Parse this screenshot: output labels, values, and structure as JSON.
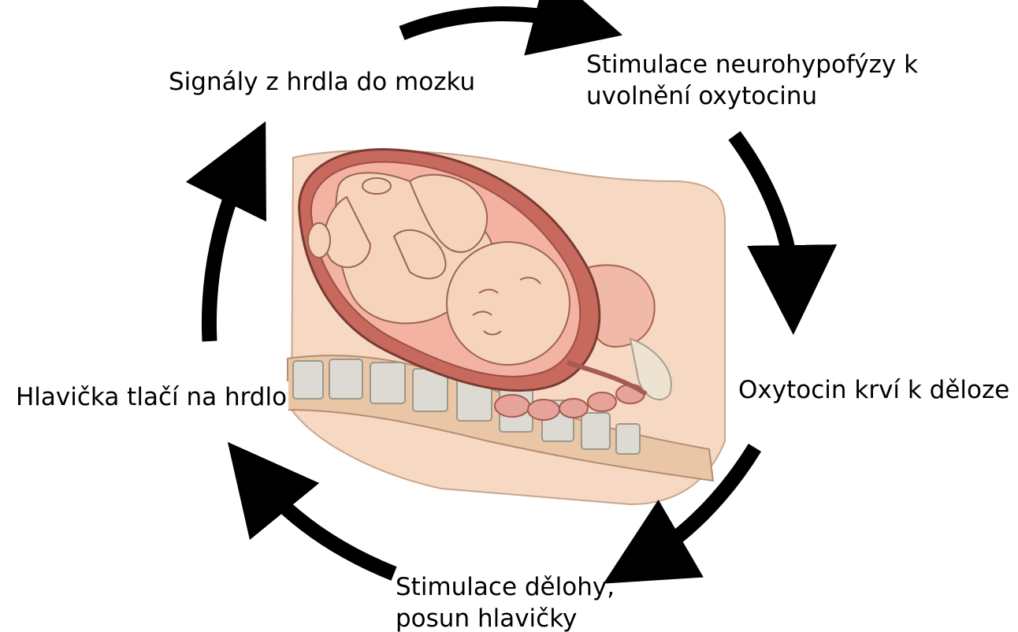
{
  "cycle": {
    "signals_label": "Signály z hrdla do mozku",
    "stimulation_line1": "Stimulace neurohypofýzy k",
    "stimulation_line2": "uvolnění oxytocinu",
    "oxytocin_label": "Oxytocin krví k děloze",
    "uterus_line1": "Stimulace dělohy,",
    "uterus_line2": "posun hlavičky",
    "head_label": "Hlavička tlačí na hrdlo"
  },
  "colors": {
    "arrow": "#000000",
    "skin": "#f3cfb5",
    "skin_dark": "#e2a88a",
    "uterus_wall": "#c8695e",
    "uterus_inner": "#f1a596",
    "spine": "#ddd9cf",
    "spine_outline": "#a79f92",
    "outline": "#7b4a3b"
  },
  "illustration": "pregnant-uterus-with-fetus"
}
